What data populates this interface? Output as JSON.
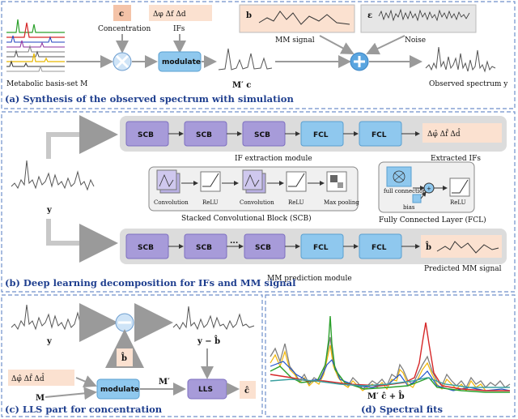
{
  "colors": {
    "frame": "#6f8fca",
    "scb": "#a79bd9",
    "fcl": "#8fc8ee",
    "module_bg": "#dcdcdc",
    "output_bg": "#fbe1d0",
    "caption": "#1f3f8f",
    "signal": "#555555"
  },
  "synthesis": {
    "concentration_symbol": "c",
    "concentration_label": "Concentration",
    "ifs_symbols": "Δφ  Δf  Δd",
    "ifs_label": "IFs",
    "basis_label": "Metabolic basis-set M",
    "modulate_label": "modulate",
    "mc_label": "M′ c",
    "mm_symbol": "b",
    "mm_label": "MM signal",
    "noise_symbol": "ε",
    "noise_label": "Noise",
    "observed_label": "Observed spectrum y",
    "caption": "(a) Synthesis of the observed spectrum with simulation"
  },
  "deep": {
    "y_label": "y",
    "scb_label": "SCB",
    "fcl_label": "FCL",
    "dots_label": "...",
    "if_module_label": "IF extraction module",
    "ifs_hat": "Δφ̂  Δf̂  Δd̂",
    "extracted_label": "Extracted IFs",
    "conv_label": "Convolution",
    "relu_label": "ReLU",
    "maxpool_label": "Max pooling",
    "scb_caption": "Stacked Convolutional Block (SCB)",
    "full_conn_label": "full connection",
    "bias_label": "bias",
    "fcl_caption": "Fully Connected Layer (FCL)",
    "b_hat": "b̂",
    "predicted_label": "Predicted MM signal",
    "mm_module_label": "MM prediction module",
    "caption": "(b) Deep learning decomposition for IFs and MM signal"
  },
  "lls": {
    "y_label": "y",
    "b_hat_label": "b̂",
    "y_minus_b": "y − b̂",
    "ifs_hat": "Δφ̂  Δf̂  Δd̂",
    "m_label": "M",
    "modulate_label": "modulate",
    "m_prime": "M′",
    "lls_label": "LLS",
    "c_hat": "ĉ",
    "caption": "(c) LLS part for concentration"
  },
  "fits": {
    "fit_label": "M′ ĉ + b̂",
    "caption": "(d) Spectral fits"
  }
}
